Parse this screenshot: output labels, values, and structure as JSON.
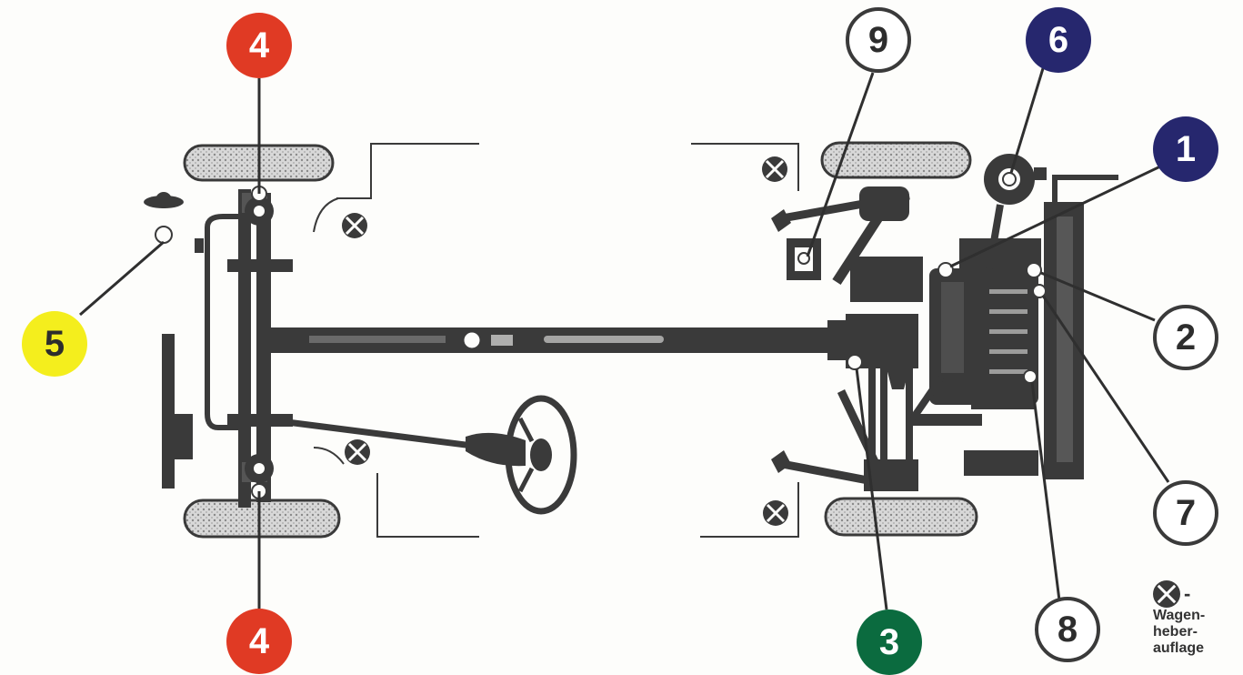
{
  "colors": {
    "red": "#e03a24",
    "yellow": "#f4ee1d",
    "navy": "#26276e",
    "green": "#0b6b3f",
    "outline": "#3a3a3a"
  },
  "callouts": [
    {
      "id": "c1",
      "label": "1",
      "style": "filled",
      "color": "#26276e",
      "text_color": "#ffffff"
    },
    {
      "id": "c2",
      "label": "2",
      "style": "outline"
    },
    {
      "id": "c3",
      "label": "3",
      "style": "filled",
      "color": "#0b6b3f",
      "text_color": "#ffffff"
    },
    {
      "id": "c4a",
      "label": "4",
      "style": "filled",
      "color": "#e03a24",
      "text_color": "#ffffff"
    },
    {
      "id": "c4b",
      "label": "4",
      "style": "filled",
      "color": "#e03a24",
      "text_color": "#ffffff"
    },
    {
      "id": "c5",
      "label": "5",
      "style": "filled",
      "color": "#f4ee1d",
      "text_color": "#2d2d2d"
    },
    {
      "id": "c6",
      "label": "6",
      "style": "filled",
      "color": "#26276e",
      "text_color": "#ffffff"
    },
    {
      "id": "c7",
      "label": "7",
      "style": "outline"
    },
    {
      "id": "c8",
      "label": "8",
      "style": "outline"
    },
    {
      "id": "c9",
      "label": "9",
      "style": "outline"
    }
  ],
  "legend": {
    "dash": "-",
    "text_lines": [
      "Wagen-",
      "heber-",
      "auflage"
    ],
    "icon": "jack-point-icon"
  },
  "jack_points": [
    "jack-point-icon",
    "jack-point-icon",
    "jack-point-icon",
    "jack-point-icon"
  ]
}
